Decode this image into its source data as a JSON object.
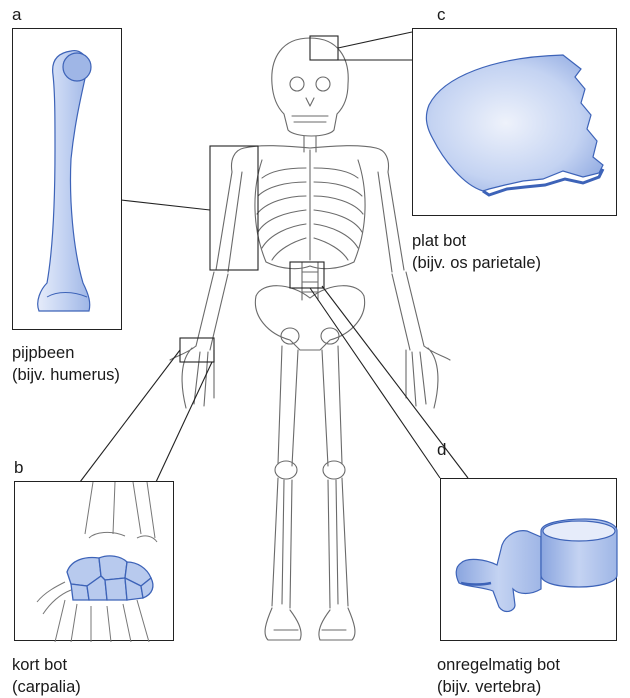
{
  "panels": {
    "a": {
      "letter": "a",
      "caption_line1": "pijpbeen",
      "caption_line2": "(bijv. humerus)"
    },
    "b": {
      "letter": "b",
      "caption_line1": "kort bot",
      "caption_line2": "(carpalia)"
    },
    "c": {
      "letter": "c",
      "caption_line1": "plat bot",
      "caption_line2": "(bijv. os parietale)"
    },
    "d": {
      "letter": "d",
      "caption_line1": "onregelmatig bot",
      "caption_line2": "(bijv. vertebra)"
    }
  },
  "colors": {
    "bone_fill": "#b8caee",
    "bone_edge": "#3d63b8",
    "outline": "#6a6a6a"
  }
}
